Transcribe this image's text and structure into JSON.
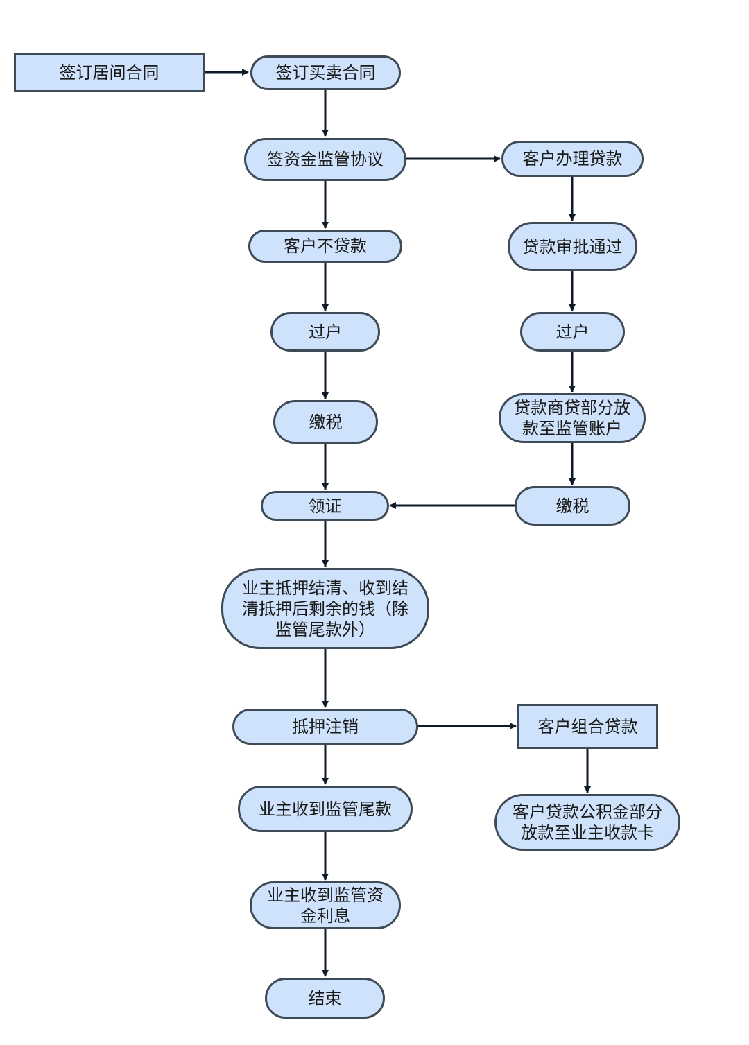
{
  "colors": {
    "node_fill": "#cfe2fb",
    "node_border": "#3f4a57",
    "connector": "#0f1a28"
  },
  "nodes": {
    "sign_agency": "签订居间合同",
    "sign_sale": "签订买卖合同",
    "sign_escrow": "签资金监管协议",
    "apply_loan": "客户办理贷款",
    "no_loan": "客户不贷款",
    "loan_approved": "贷款审批通过",
    "transfer_left": "过户",
    "transfer_right": "过户",
    "tax_left": "缴税",
    "bank_partial_release": "贷款商贷部分放\n款至监管账户",
    "get_certificate": "领证",
    "tax_right": "缴税",
    "owner_settle_mortgage": "业主抵押结清、收到结\n清抵押后剩余的钱（除\n监管尾款外）",
    "cancel_mortgage": "抵押注销",
    "combined_loan": "客户组合贷款",
    "owner_receive_final": "业主收到监管尾款",
    "fund_release_owner": "客户贷款公积金部分\n放款至业主收款卡",
    "owner_receive_interest": "业主收到监管资\n金利息",
    "end": "结束"
  }
}
